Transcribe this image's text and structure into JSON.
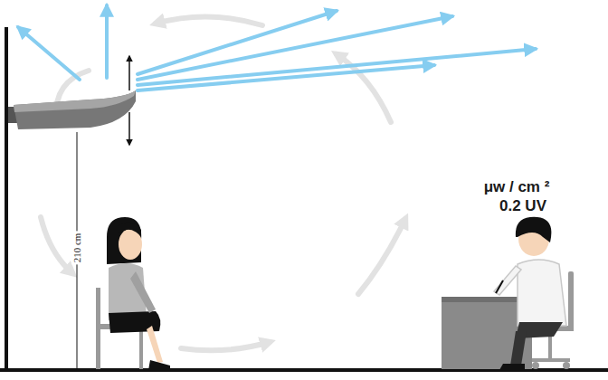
{
  "diagram": {
    "labels": [
      "210 cm",
      "μw / cm ²",
      "0.2 UV"
    ]
  }
}
